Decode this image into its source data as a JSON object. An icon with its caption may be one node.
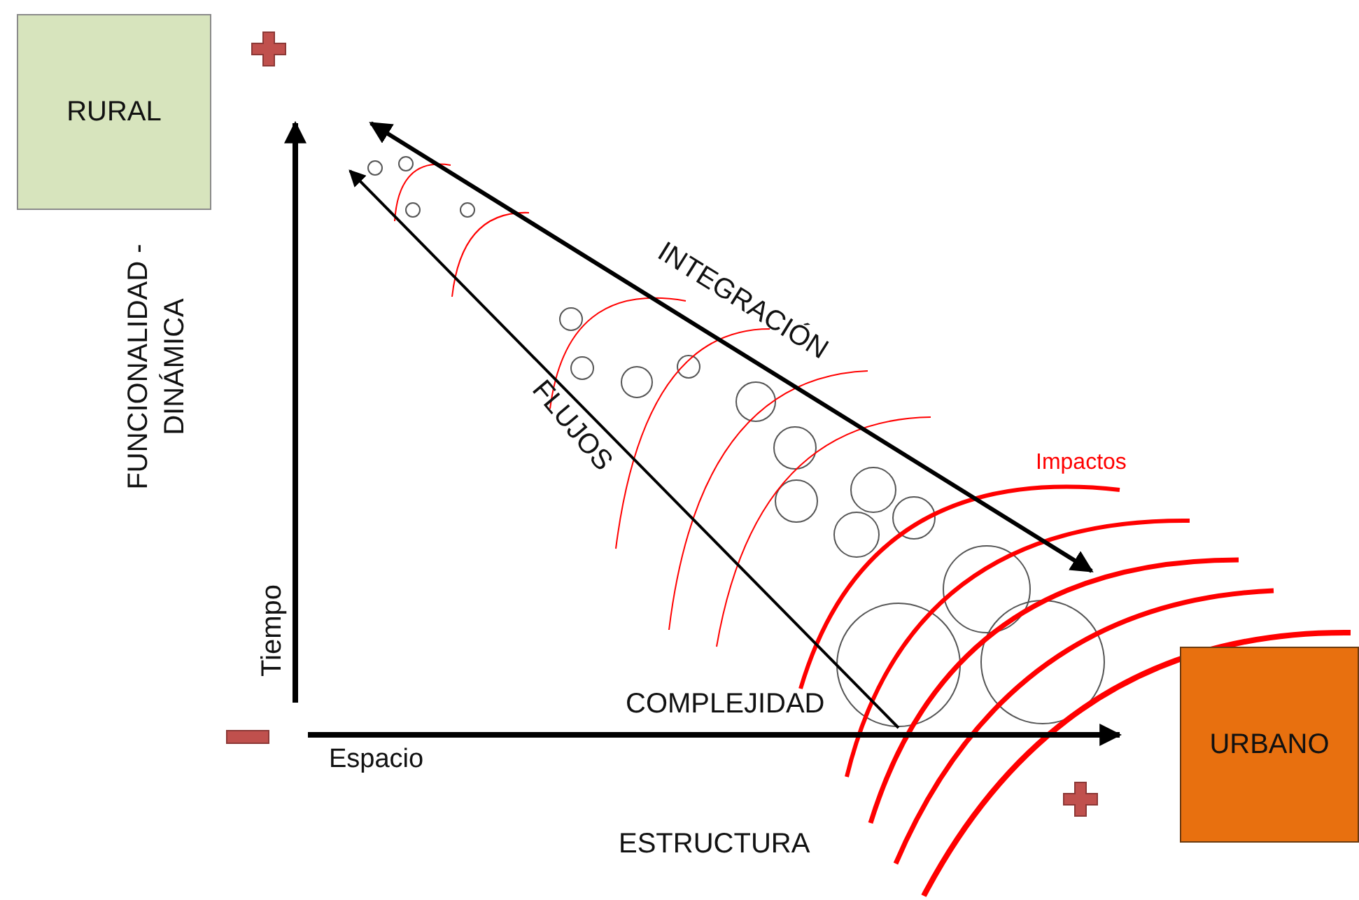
{
  "diagram": {
    "nodes": [
      {
        "text": [
          "RURAL"
        ]
      },
      {
        "text": [
          "URBANO"
        ]
      }
    ],
    "labels": [
      "FUNCIONALIDAD - DINÁMICA",
      "INTEGRACIÓN",
      "FLUJOS",
      "Impactos",
      "Tiempo",
      "COMPLEJIDAD",
      "Espacio",
      "ESTRUCTURA"
    ]
  }
}
